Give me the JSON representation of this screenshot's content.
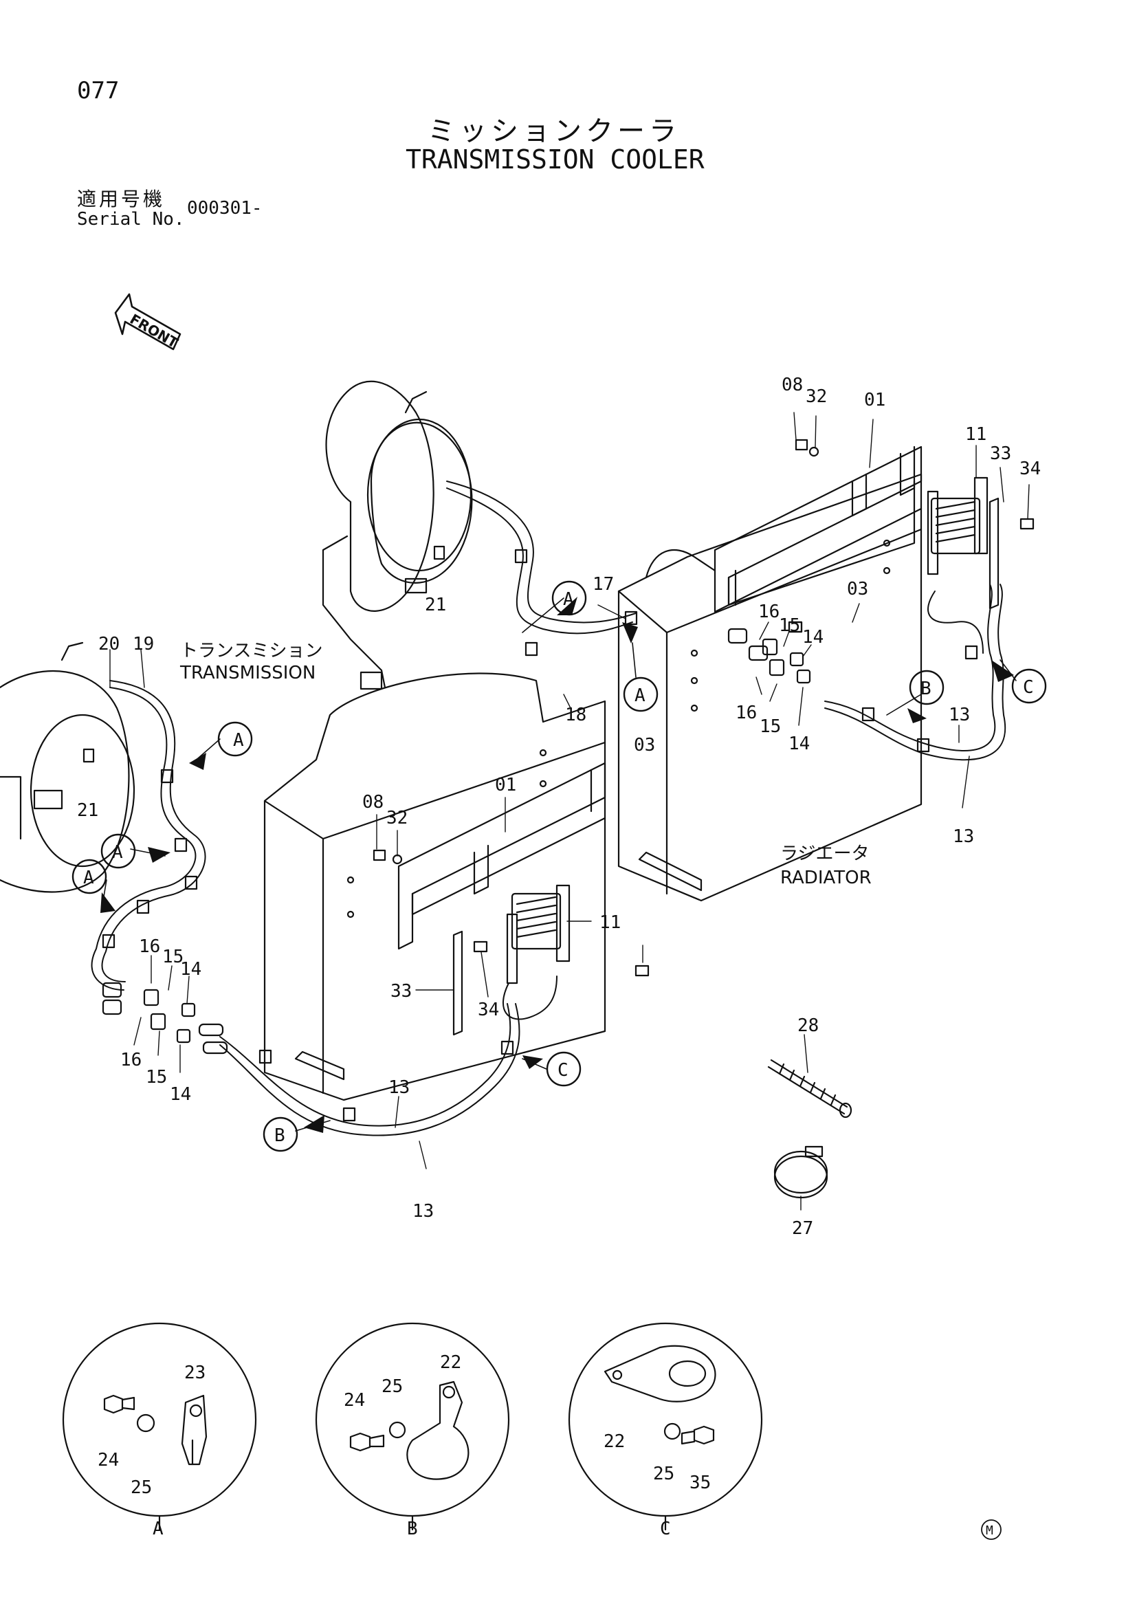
{
  "header": {
    "page_number": "077",
    "title_jp": "ミッションクーラ",
    "title_en": "TRANSMISSION COOLER",
    "serial_label_jp": "適用号機",
    "serial_label_en": "Serial No.",
    "serial_value": "000301-"
  },
  "labels": {
    "front": "FRONT",
    "transmission_jp": "トランスミション",
    "transmission_en": "TRANSMISSION",
    "radiator_jp": "ラジエータ",
    "radiator_en": "RADIATOR",
    "mark": "M"
  },
  "callouts": [
    "A",
    "B",
    "C"
  ],
  "part_numbers": {
    "upper": [
      "08",
      "32",
      "01",
      "11",
      "33",
      "34",
      "03",
      "16",
      "15",
      "14",
      "16",
      "15",
      "14",
      "17",
      "18",
      "21",
      "13",
      "13"
    ],
    "left": [
      "20",
      "19",
      "21",
      "16",
      "15",
      "14",
      "16",
      "15",
      "14",
      "13",
      "13"
    ],
    "lower": [
      "08",
      "32",
      "01",
      "03",
      "11",
      "33",
      "34"
    ],
    "loose": [
      "28",
      "27"
    ],
    "detail_a": [
      "23",
      "24",
      "25"
    ],
    "detail_b": [
      "22",
      "24",
      "25"
    ],
    "detail_c": [
      "22",
      "25",
      "35"
    ]
  }
}
